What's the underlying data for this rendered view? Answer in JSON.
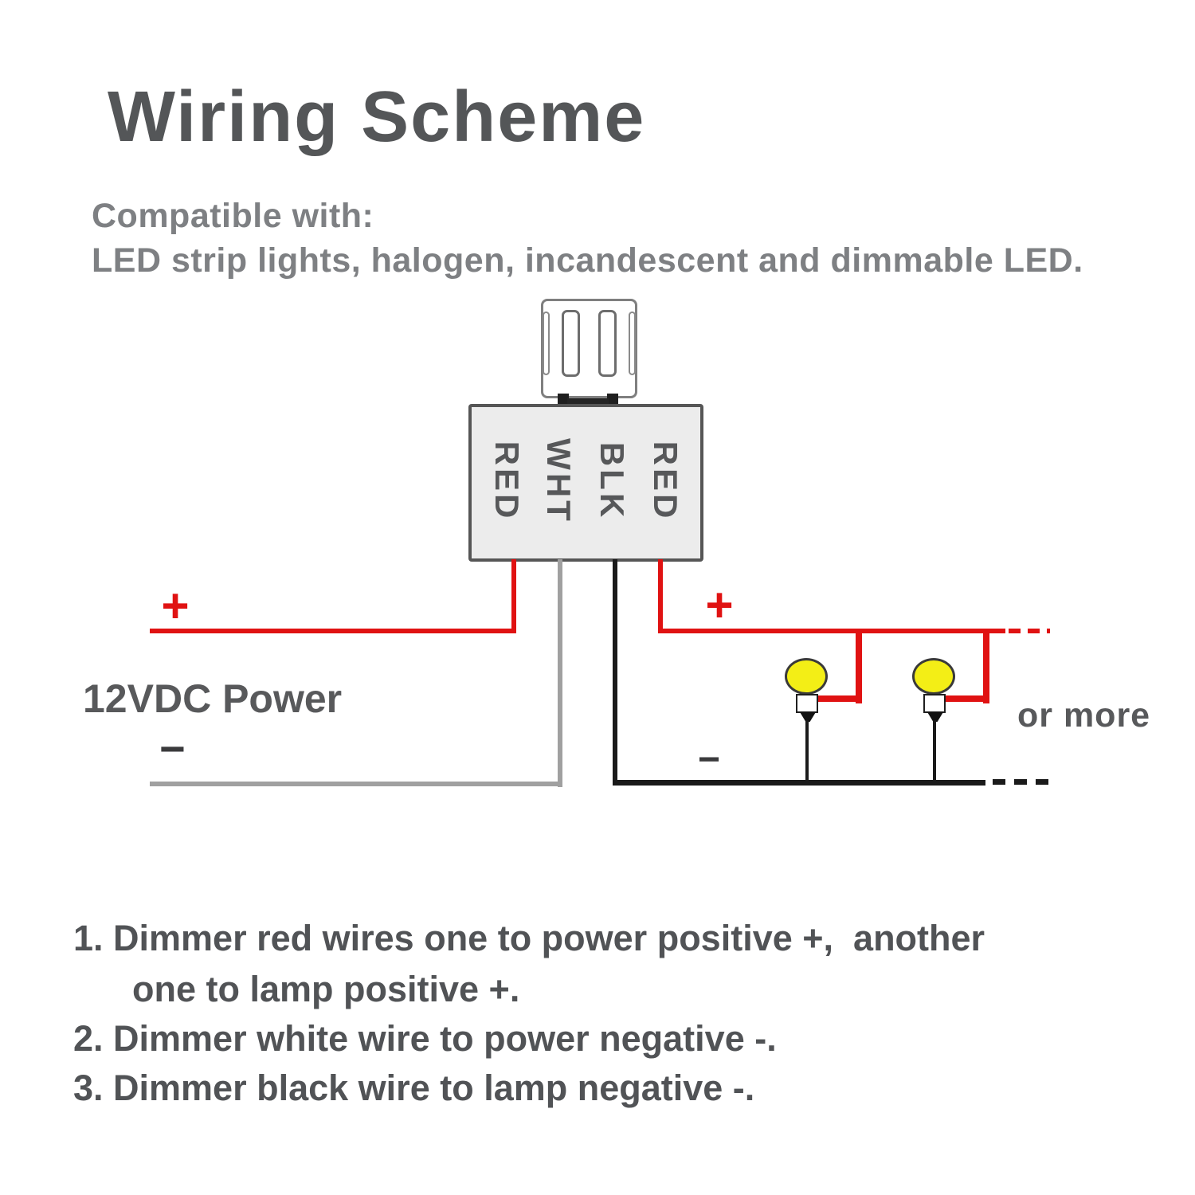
{
  "header": {
    "title": "Wiring Scheme",
    "compatibility_line1": "Compatible with:",
    "compatibility_line2": "LED strip lights, halogen, incandescent and dimmable LED."
  },
  "diagram": {
    "dimmer_wire_labels": [
      "RED",
      "WHT",
      "BLK",
      "RED"
    ],
    "power": {
      "label": "12VDC Power",
      "positive": "+",
      "negative": "−"
    },
    "lamp": {
      "positive": "+",
      "negative": "−",
      "note": "or more"
    },
    "colors": {
      "red_wire": "#e01212",
      "black_wire": "#1a1a1a",
      "white_wire": "#a0a0a0",
      "bulb_yellow": "#f3ee16",
      "text_gray": "#58595b"
    }
  },
  "instructions": {
    "step1_line1": "1. Dimmer red wires one to power positive +,  another",
    "step1_line2": "one to lamp positive +.",
    "step2": "2. Dimmer white wire to power negative -.",
    "step3": "3. Dimmer black wire to lamp negative -."
  }
}
